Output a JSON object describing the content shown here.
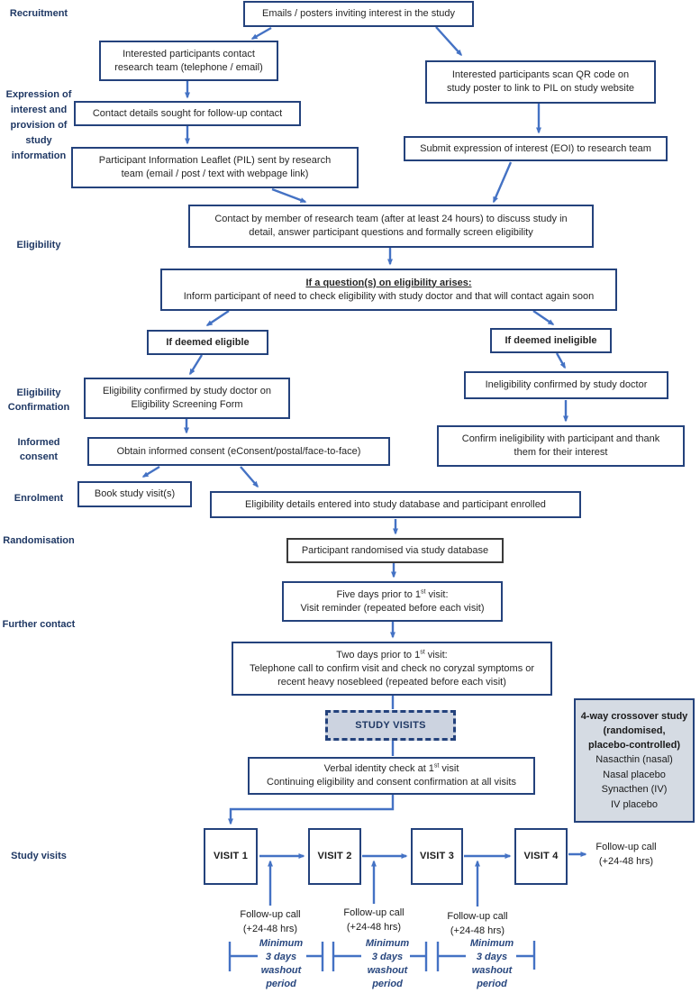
{
  "colors": {
    "box_border_navy": "#24427c",
    "arrow_blue": "#4472c4",
    "side_label_navy": "#1f3864",
    "grey_fill": "#d5dbe3",
    "text": "#262626"
  },
  "side_labels": {
    "recruitment": {
      "lines": [
        "Recruitment"
      ]
    },
    "expression": {
      "lines": [
        "Expression of",
        "interest and",
        "provision of",
        "study",
        "information"
      ]
    },
    "eligibility": {
      "lines": [
        "Eligibility"
      ]
    },
    "eligibility_confirmation": {
      "lines": [
        "Eligibility",
        "Confirmation"
      ]
    },
    "informed_consent": {
      "lines": [
        "Informed",
        "consent"
      ]
    },
    "enrolment": {
      "lines": [
        "Enrolment"
      ]
    },
    "randomisation": {
      "lines": [
        "Randomisation"
      ]
    },
    "further_contact": {
      "lines": [
        "Further contact"
      ]
    },
    "study_visits": {
      "lines": [
        "Study visits"
      ]
    }
  },
  "nodes": {
    "emails_posters": {
      "lines": [
        "Emails / posters inviting interest in the study"
      ]
    },
    "participants_contact": {
      "lines": [
        "Interested participants contact",
        "research team (telephone / email)"
      ]
    },
    "qr_code": {
      "lines": [
        "Interested participants scan QR code on",
        "study poster to link to PIL on study website"
      ]
    },
    "contact_details": {
      "lines": [
        "Contact details sought for follow-up contact"
      ]
    },
    "submit_eoi": {
      "lines": [
        "Submit expression of interest (EOI) to research team"
      ]
    },
    "pil_sent": {
      "lines": [
        "Participant Information Leaflet (PIL) sent by research",
        "team (email / post / text with webpage link)"
      ]
    },
    "research_team_contact": {
      "lines": [
        "Contact by member of research team (after at least 24 hours) to discuss study in",
        "detail, answer participant questions and formally screen eligibility"
      ]
    },
    "eligibility_question": {
      "heading": "If a question(s) on eligibility arises:",
      "body": "Inform participant of need to check eligibility with study doctor and that will contact again soon"
    },
    "deemed_eligible": {
      "lines": [
        "If deemed eligible"
      ]
    },
    "deemed_ineligible": {
      "lines": [
        "If deemed ineligible"
      ]
    },
    "eligibility_confirmed": {
      "lines": [
        "Eligibility confirmed by study doctor on",
        "Eligibility Screening Form"
      ]
    },
    "ineligibility_confirmed": {
      "lines": [
        "Ineligibility confirmed by study doctor"
      ]
    },
    "obtain_consent": {
      "lines": [
        "Obtain informed consent (eConsent/postal/face-to-face)"
      ]
    },
    "confirm_ineligibility": {
      "lines": [
        "Confirm ineligibility with participant and thank",
        "them for their interest"
      ]
    },
    "book_visits": {
      "lines": [
        "Book study visit(s)"
      ]
    },
    "details_entered": {
      "lines": [
        "Eligibility details entered into study database and participant enrolled"
      ]
    },
    "randomised": {
      "lines": [
        "Participant randomised via study database"
      ]
    },
    "five_days": {
      "line1_pre": "Five days prior to 1",
      "line1_sup": "st",
      "line1_post": " visit:",
      "line2": "Visit reminder (repeated before each visit)"
    },
    "two_days": {
      "line1_pre": "Two days prior to 1",
      "line1_sup": "st",
      "line1_post": " visit:",
      "line2": "Telephone call to confirm visit and check no coryzal symptoms or",
      "line3": "recent heavy nosebleed (repeated before each visit)"
    },
    "study_visits_box": {
      "lines": [
        "STUDY VISITS"
      ]
    },
    "verbal_identity": {
      "line1_pre": "Verbal identity check at 1",
      "line1_sup": "st",
      "line1_post": " visit",
      "line2": "Continuing eligibility and consent confirmation at all visits"
    }
  },
  "info_box": {
    "title_lines": [
      "4-way crossover study",
      "(randomised,",
      "placebo-controlled)"
    ],
    "items": [
      "Nasacthin (nasal)",
      "Nasal placebo",
      "Synacthen (IV)",
      "IV placebo"
    ]
  },
  "visits": {
    "labels": [
      "VISIT 1",
      "VISIT 2",
      "VISIT 3",
      "VISIT 4"
    ]
  },
  "followup": {
    "line1": "Follow-up call",
    "line2": "(+24-48 hrs)"
  },
  "washout": {
    "lines": [
      "Minimum",
      "3 days",
      "washout",
      "period"
    ]
  }
}
